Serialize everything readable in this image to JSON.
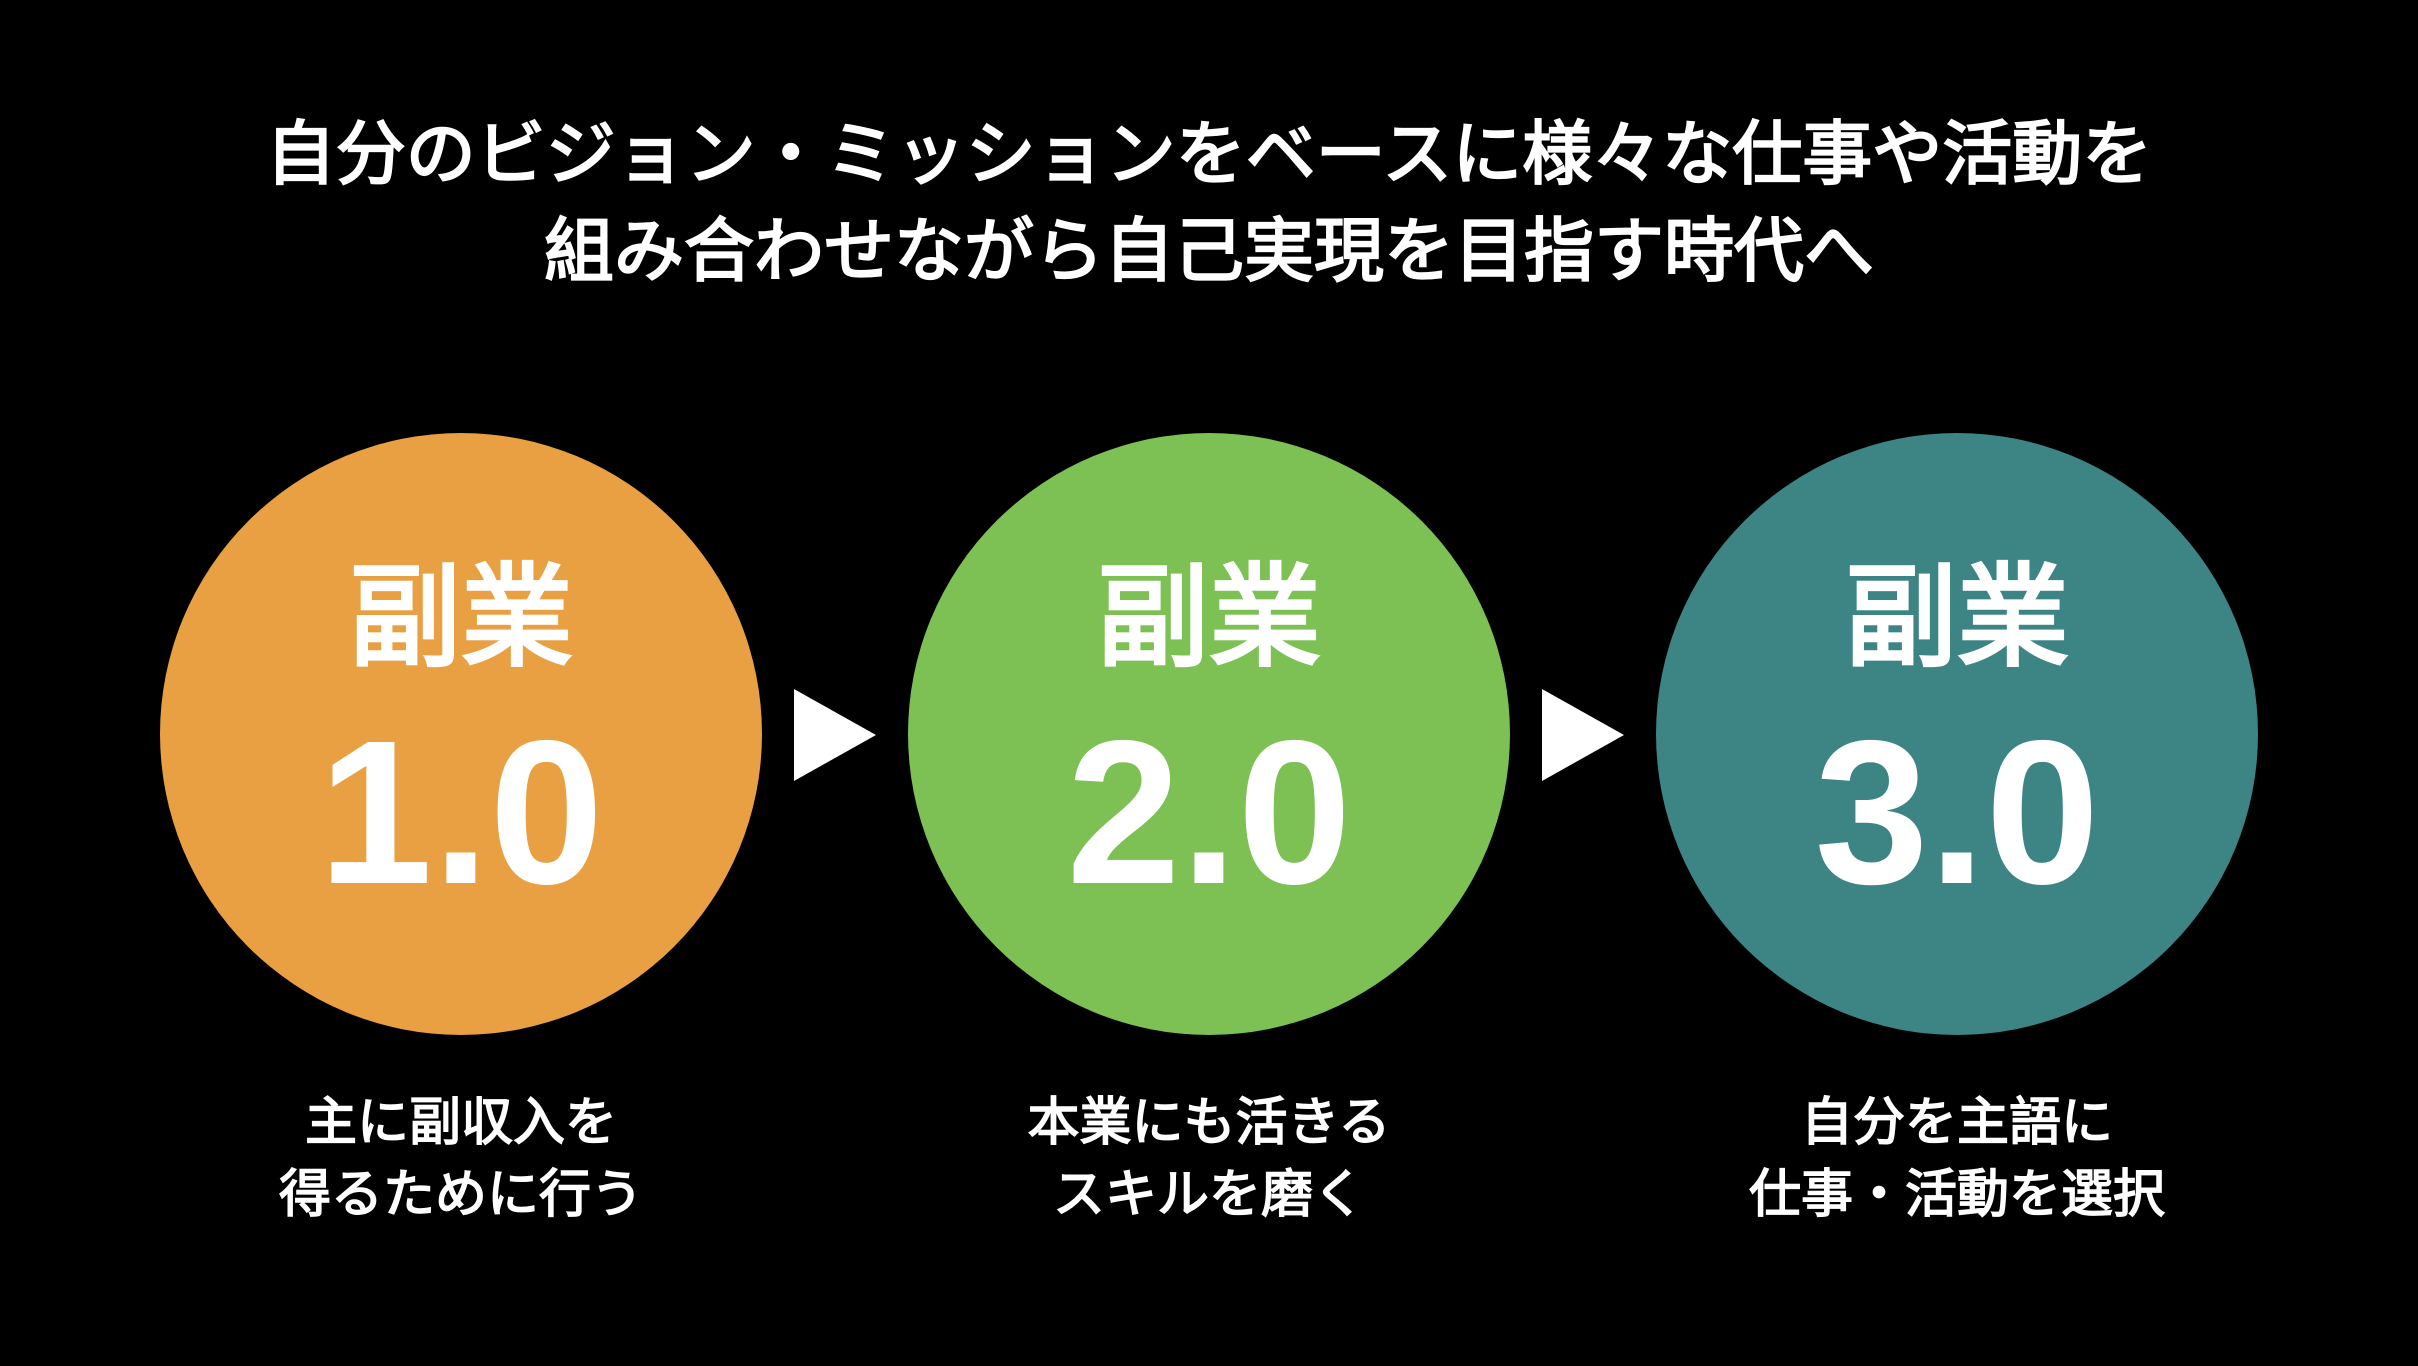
{
  "title": {
    "line1": "自分のビジョン・ミッションをベースに様々な仕事や活動を",
    "line2": "組み合わせながら自己実現を目指す時代へ"
  },
  "stages": [
    {
      "label": "副業",
      "version": "1.0",
      "color": "#E8A042",
      "caption_line1": "主に副収入を",
      "caption_line2": "得るために行う"
    },
    {
      "label": "副業",
      "version": "2.0",
      "color": "#7DC053",
      "caption_line1": "本業にも活きる",
      "caption_line2": "スキルを磨く"
    },
    {
      "label": "副業",
      "version": "3.0",
      "color": "#3D8585",
      "caption_line1": "自分を主語に",
      "caption_line2": "仕事・活動を選択"
    }
  ]
}
